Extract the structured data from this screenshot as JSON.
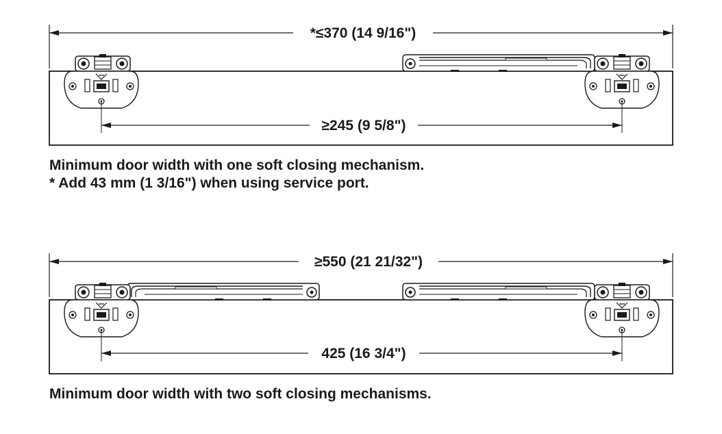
{
  "diagram1": {
    "dim_overall": "*≤370 (14 9/16\")",
    "dim_inner": "≥245 (9 5/8\")",
    "caption_line1": "Minimum door width with one soft closing mechanism.",
    "caption_line2": "* Add 43 mm (1 3/16\") when using service port."
  },
  "diagram2": {
    "dim_overall": "≥550 (21 21/32\")",
    "dim_inner": "425 (16 3/4\")",
    "caption_line1": "Minimum door width with two soft closing mechanisms."
  },
  "colors": {
    "line": "#1a1a1a",
    "background": "#ffffff"
  }
}
